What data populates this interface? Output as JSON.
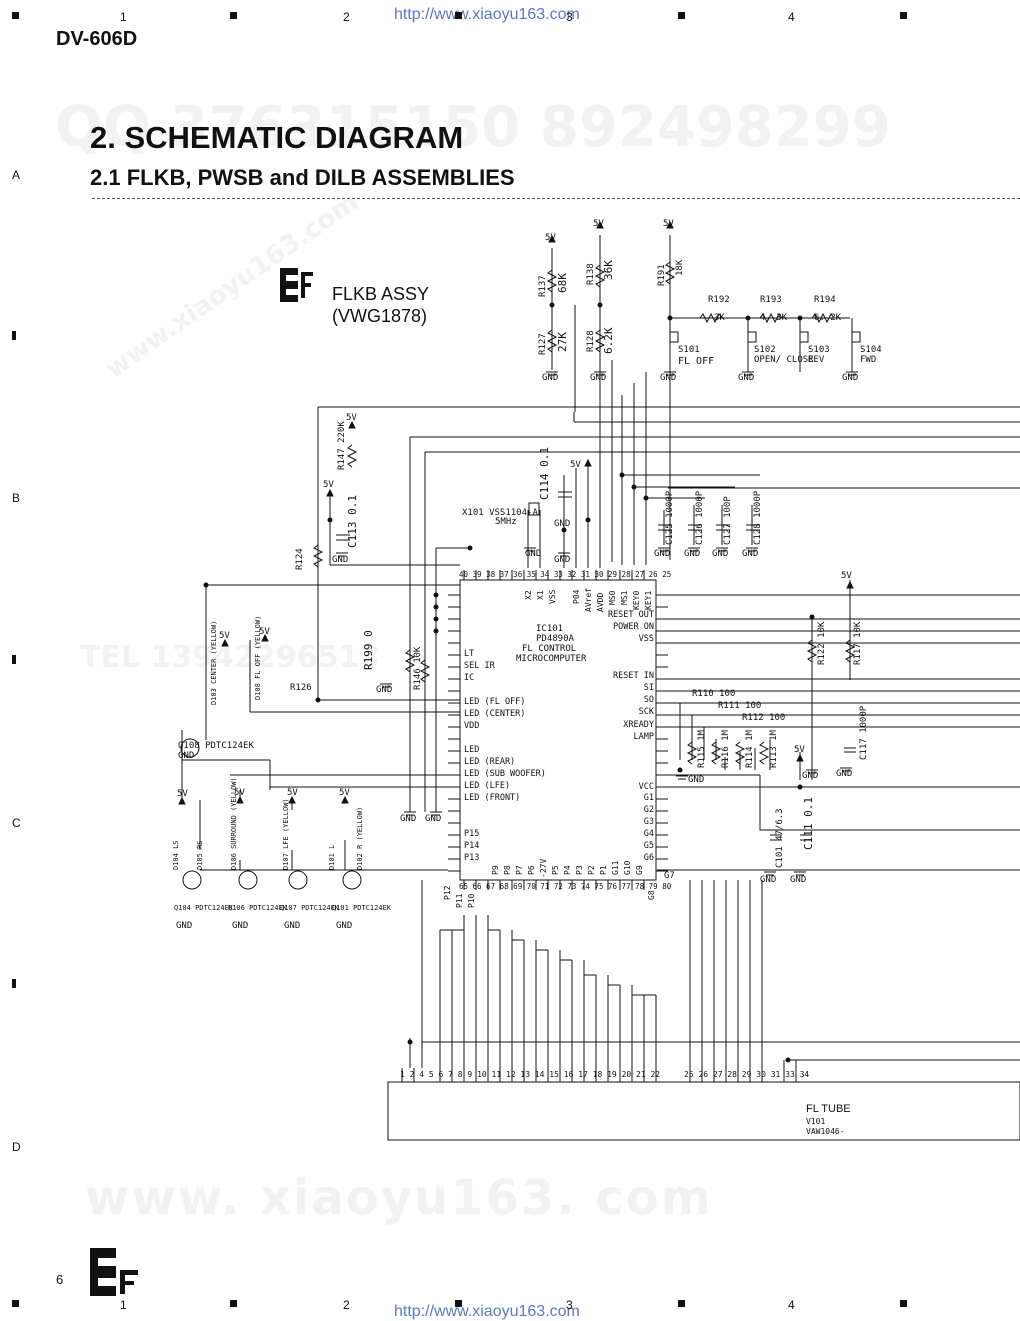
{
  "header": {
    "model": "DV-606D",
    "url_top": "http://www.xiaoyu163.com",
    "url_bottom": "http://www.xiaoyu163.com",
    "page_number": "6",
    "columns": [
      "1",
      "2",
      "3",
      "4"
    ],
    "rows": [
      "A",
      "B",
      "C",
      "D"
    ]
  },
  "title": {
    "main": "2. SCHEMATIC DIAGRAM",
    "sub": "2.1 FLKB, PWSB and DILB ASSEMBLIES"
  },
  "assembly": {
    "name": "FLKB ASSY",
    "code": "(VWG1878)",
    "logo_letters": "EF"
  },
  "watermarks": {
    "qq": "QQ 376315150   892498299",
    "site": "www.xiaoyu163.com",
    "tel": "TEL 13942296513",
    "banner": "www. xiaoyu163. com"
  },
  "ic": {
    "ref": "IC101",
    "part": "PD4890A",
    "function1": "FL CONTROL",
    "function2": "MICROCOMPUTER",
    "top_pins": "40 39 38 37 36 35 34 33 32 31 30 29 28 27 26 25",
    "bottom_pins": "65 66 67 68 69 70 71 72 73 74 75 76 77 78 79 80",
    "left_labels": [
      "LT",
      "SEL IR",
      "IC",
      "",
      "LED (FL OFF)",
      "LED (CENTER)",
      "VDD",
      "",
      "LED",
      "LED (REAR)",
      "LED (SUB WOOFER)",
      "LED (LFE)",
      "LED (FRONT)"
    ],
    "right_labels": [
      "RESET OUT",
      "POWER ON",
      "VSS",
      "",
      "RESET IN",
      "SI",
      "SO",
      "SCK",
      "XREADY",
      "LAMP",
      "",
      "",
      "VCC",
      "G1",
      "G2",
      "G3",
      "G4",
      "G5",
      "G6"
    ],
    "top_labels": [
      "X2",
      "X1",
      "VSS",
      "P04",
      "AVref",
      "AVDD",
      "MS0",
      "MS1",
      "KEY0",
      "KEY1"
    ],
    "bottom_labels": [
      "P12",
      "P11",
      "P10",
      "P9",
      "P8",
      "P7",
      "P6",
      "-27V",
      "P5",
      "P4",
      "P3",
      "P2",
      "P1",
      "G11",
      "G10",
      "G9",
      "G8"
    ],
    "lower_left_labels": [
      "P15",
      "P14",
      "P13"
    ]
  },
  "switches": [
    {
      "ref": "S101",
      "label": "FL OFF"
    },
    {
      "ref": "S102",
      "label": "OPEN/ CLOSE"
    },
    {
      "ref": "S103",
      "label": "REV"
    },
    {
      "ref": "S104",
      "label": "FWD"
    }
  ],
  "resistors_top": [
    {
      "ref": "R137",
      "value": "68K"
    },
    {
      "ref": "R138",
      "value": "36K"
    },
    {
      "ref": "R191",
      "value": "18K"
    },
    {
      "ref": "R127",
      "value": "27K"
    },
    {
      "ref": "R128",
      "value": "6.2K"
    },
    {
      "ref": "R192",
      "value": "3K"
    },
    {
      "ref": "R193",
      "value": "4. 3K"
    },
    {
      "ref": "R194",
      "value": "6. 2K"
    }
  ],
  "parts": {
    "r147": "R147 220K",
    "r124": "R124",
    "c113": "C113 0.1",
    "c114": "C114 0.1",
    "x101": "X101 VSS1104-A",
    "x101_freq": "5MHz",
    "caps_top": [
      "C125 1000P",
      "C126 1000P",
      "C127 100P",
      "C128 1000P"
    ],
    "r199": "R199 0",
    "r146": "R146 10K",
    "r126": "R126",
    "r122": "R122 10K",
    "r117": "R117 10K",
    "r110": "R110 100",
    "r111": "R111 100",
    "r112": "R112 100",
    "r_1m": [
      "R115 1M",
      "R116 1M",
      "R114 1M",
      "R113 1M"
    ],
    "c117": "C117 1000P",
    "c101": "C101 47/6.3",
    "c111": "C111 0.1",
    "q108": "Q108 PDTC124EK",
    "q_bottom": [
      "Q104 PDTC124EK",
      "Q106 PDTC124EK",
      "Q107 PDTC124EK",
      "Q101 PDTC124EK"
    ],
    "leds": [
      "D103 CENTER (YELLOW)",
      "D108 FL OFF (YELLOW)",
      "D104 LS",
      "D105 RS",
      "D106 SURROUND (YELLOW)",
      "D107 LFE (YELLOW)",
      "D101 L",
      "D102 R (YELLOW)"
    ],
    "pin_g7": "G7"
  },
  "power_labels": {
    "v5": "5V",
    "gnd": "GND"
  },
  "fl_tube": {
    "name": "FL TUBE",
    "ref": "V101",
    "part": "VAW1046-",
    "pins_a": "1 2 4 5 6 7 8 9 10 11 12 13 14 15 16 17 18 19 20 21 22",
    "pins_b": "25 26 27 28 29 30 31 33 34"
  },
  "colors": {
    "ink": "#111111",
    "link": "#5a78c8",
    "background": "#ffffff"
  }
}
